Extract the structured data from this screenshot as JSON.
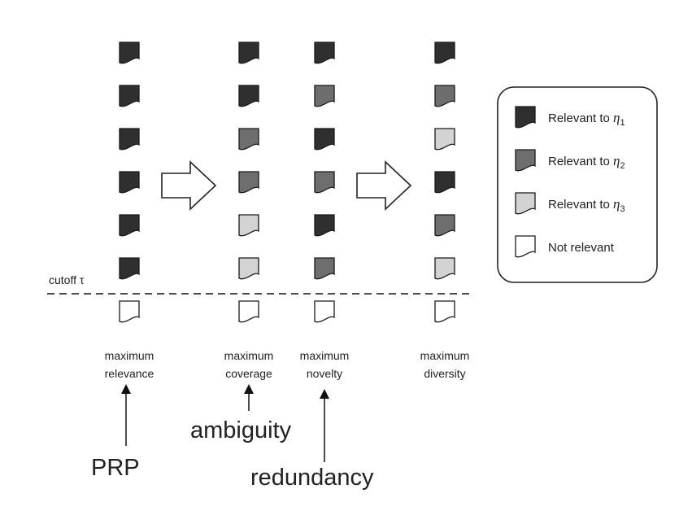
{
  "colors": {
    "eta1": "#2f2f2f",
    "eta2": "#6e6e6e",
    "eta3": "#d3d3d3",
    "not_relevant": "#ffffff",
    "stroke": "#1a1a1a"
  },
  "cutoff_label": "cutoff τ",
  "columns": [
    {
      "line1": "maximum",
      "line2": "relevance",
      "docs": [
        "eta1",
        "eta1",
        "eta1",
        "eta1",
        "eta1",
        "eta1",
        "not_relevant"
      ]
    },
    {
      "line1": "maximum",
      "line2": "coverage",
      "docs": [
        "eta1",
        "eta1",
        "eta2",
        "eta2",
        "eta3",
        "eta3",
        "not_relevant"
      ]
    },
    {
      "line1": "maximum",
      "line2": "novelty",
      "docs": [
        "eta1",
        "eta2",
        "eta1",
        "eta2",
        "eta1",
        "eta2",
        "not_relevant"
      ]
    },
    {
      "line1": "maximum",
      "line2": "diversity",
      "docs": [
        "eta1",
        "eta2",
        "eta3",
        "eta1",
        "eta2",
        "eta3",
        "not_relevant"
      ]
    }
  ],
  "legend": [
    {
      "type": "eta1",
      "text": "Relevant to ",
      "sym": "η",
      "sub": "1"
    },
    {
      "type": "eta2",
      "text": "Relevant to ",
      "sym": "η",
      "sub": "2"
    },
    {
      "type": "eta3",
      "text": "Relevant to ",
      "sym": "η",
      "sub": "3"
    },
    {
      "type": "not_relevant",
      "text": "Not relevant",
      "sym": "",
      "sub": ""
    }
  ],
  "concepts": {
    "prp": "PRP",
    "ambiguity": "ambiguity",
    "redundancy": "redundancy"
  }
}
